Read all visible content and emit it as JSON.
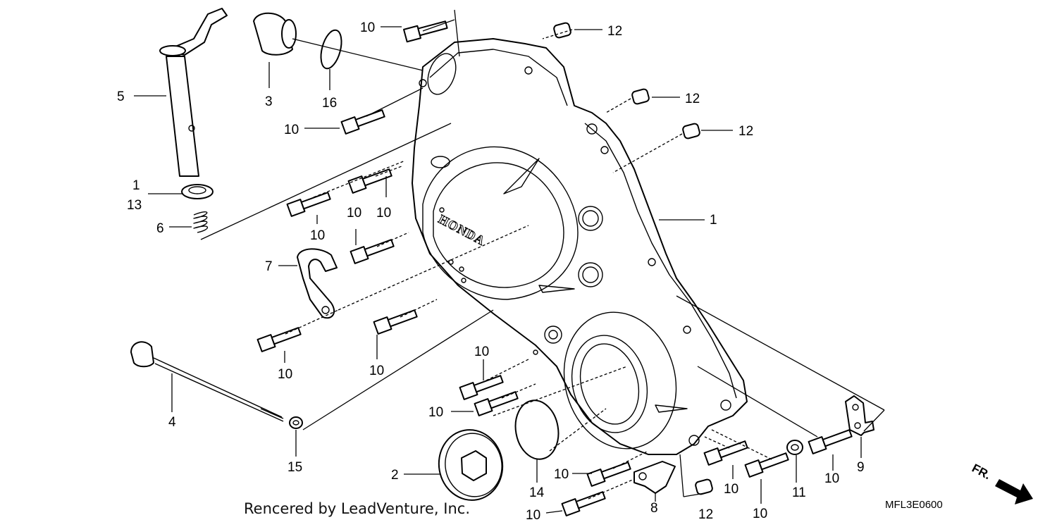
{
  "callouts": {
    "c10_top": "10",
    "c12_a": "12",
    "c12_b": "12",
    "c12_c": "12",
    "c12_bottom": "12",
    "c5": "5",
    "c3": "3",
    "c16": "16",
    "c10_b": "10",
    "c1_a": "1",
    "c13": "13",
    "c6": "6",
    "c10_c": "10",
    "c10_d": "10",
    "c1_main": "1",
    "c10_e": "10",
    "c7": "7",
    "c10_f": "10",
    "c10_g": "10",
    "c4": "4",
    "c10_h": "10",
    "c10_i": "10",
    "c15": "15",
    "c2": "2",
    "c14": "14",
    "c10_j": "10",
    "c10_k": "10",
    "c8": "8",
    "c10_l": "10",
    "c10_m": "10",
    "c11": "11",
    "c10_n": "10",
    "c9": "9"
  },
  "engraving": "HONDA",
  "credit": "Rencered by LeadVenture, Inc.",
  "diagram_code": "MFL3E0600",
  "direction": "FR."
}
